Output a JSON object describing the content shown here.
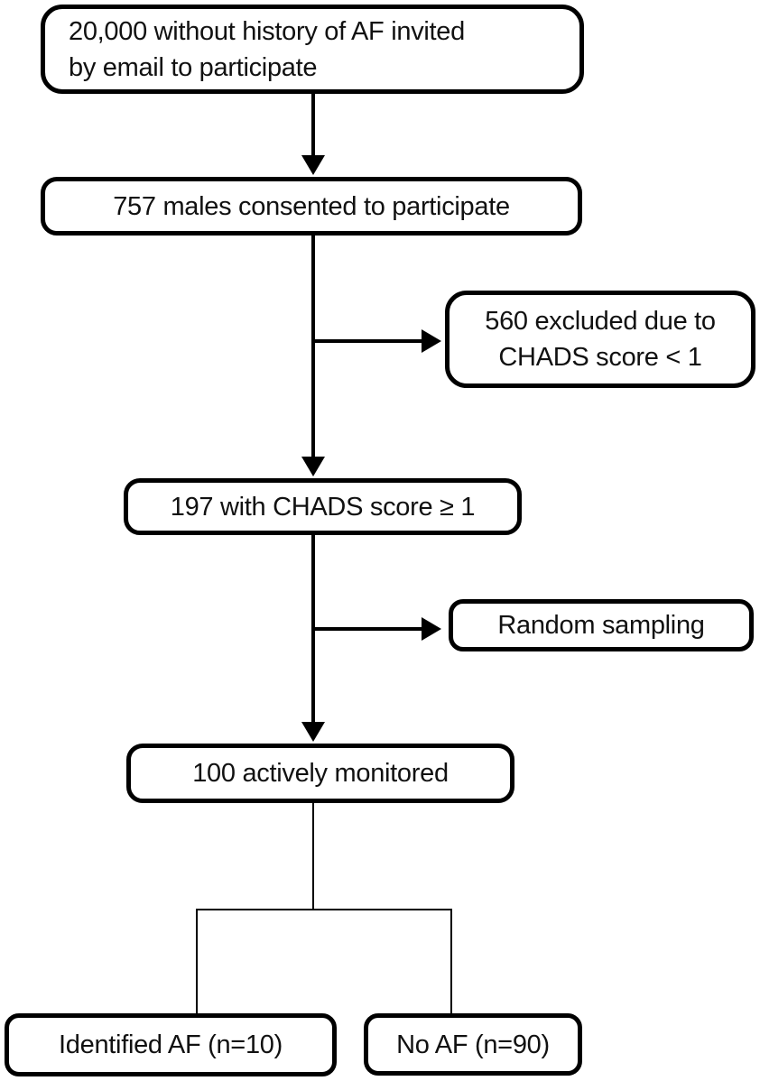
{
  "diagram": {
    "type": "flowchart",
    "description": "Participant flow diagram for AF screening study",
    "colors": {
      "background": "#ffffff",
      "stroke": "#000000",
      "text": "#111111"
    },
    "nodes": {
      "invited": {
        "lines": [
          "20,000 without history of AF invited",
          "by email to participate"
        ],
        "label": "20,000 without history of AF invited by email to participate"
      },
      "consented": {
        "label": "757 males consented to participate"
      },
      "excluded": {
        "lines": [
          "560 excluded due to",
          "CHADS score < 1"
        ],
        "label": "560 excluded due to CHADS score < 1"
      },
      "chads": {
        "label": "197 with CHADS score ≥ 1"
      },
      "random": {
        "label": "Random sampling"
      },
      "monitored": {
        "label": "100 actively monitored"
      },
      "identified_af": {
        "label": "Identified AF (n=10)"
      },
      "no_af": {
        "label": "No AF (n=90)"
      }
    },
    "edges": [
      {
        "from": "invited",
        "to": "consented",
        "style": "arrow-down"
      },
      {
        "from": "consented",
        "to": "excluded",
        "style": "arrow-branch-right"
      },
      {
        "from": "consented",
        "to": "chads",
        "style": "arrow-down"
      },
      {
        "from": "chads",
        "to": "random",
        "style": "arrow-branch-right"
      },
      {
        "from": "chads",
        "to": "monitored",
        "style": "arrow-down"
      },
      {
        "from": "monitored",
        "to": "identified_af",
        "style": "plain-line"
      },
      {
        "from": "monitored",
        "to": "no_af",
        "style": "plain-line"
      }
    ]
  }
}
